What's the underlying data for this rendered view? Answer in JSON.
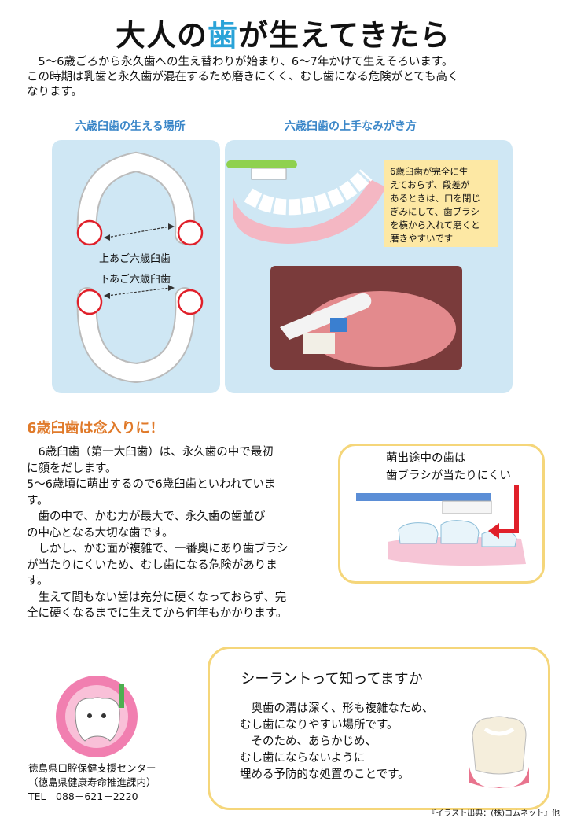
{
  "title": {
    "pre": "大人の",
    "highlight": "歯",
    "post": "が生えてきたら"
  },
  "intro": [
    "　5～6歳ごろから永久歯への生え替わりが始まり、6～7年かけて生えそろいます。",
    "この時期は乳歯と永久歯が混在するため磨きにくく、むし歯になる危険がとても高く",
    "なります。"
  ],
  "left_panel": {
    "heading": "六歳臼歯の生える場所",
    "upper_label": "上あご六歳臼歯",
    "lower_label": "下あご六歳臼歯"
  },
  "right_panel": {
    "heading": "六歳臼歯の上手なみがき方",
    "callout": [
      "6歳臼歯が完全に生",
      "えておらず、段差が",
      "あるときは、口を閉じ",
      "ぎみにして、歯ブラシ",
      "を横から入れて磨くと",
      "磨きやすいです"
    ]
  },
  "section_title": "6歳臼歯は念入りに！",
  "body": [
    "　6歳臼歯（第一大臼歯）は、永久歯の中で最初",
    "に顔をだします。",
    "5～6歳頃に萌出するので6歳臼歯といわれていま",
    "す。",
    "　歯の中で、かむ力が最大で、永久歯の歯並び",
    "の中心となる大切な歯です。",
    "　しかし、かむ面が複雑で、一番奥にあり歯ブラシ",
    "が当たりにくいため、むし歯になる危険がありま",
    "す。",
    "　生えて間もない歯は充分に硬くなっておらず、完",
    "全に硬くなるまでに生えてから何年もかかります。"
  ],
  "erupting": {
    "line1": "萌出途中の歯は",
    "line2": "歯ブラシが当たりにくい"
  },
  "sealant": {
    "title": "シーラントって知ってますか",
    "lines": [
      "　奥歯の溝は深く、形も複雑なため、",
      "むし歯になりやすい場所です。",
      "　そのため、あらかじめ、",
      "むし歯にならないように",
      "埋める予防的な処置のことです。"
    ]
  },
  "footer": {
    "org": "徳島県口腔保健支援センター",
    "dept": "（徳島県健康寿命推進課内）",
    "tel": "TEL　088－621－2220"
  },
  "credit": "『イラスト出典：(株)コムネット』他",
  "colors": {
    "title_accent": "#2aa3d8",
    "section_title": "#e07a2a",
    "panel_bg": "#cfe7f4",
    "callout_bg": "#fde8a4",
    "box_border": "#f5d67a",
    "marker_red": "#e0202a"
  }
}
